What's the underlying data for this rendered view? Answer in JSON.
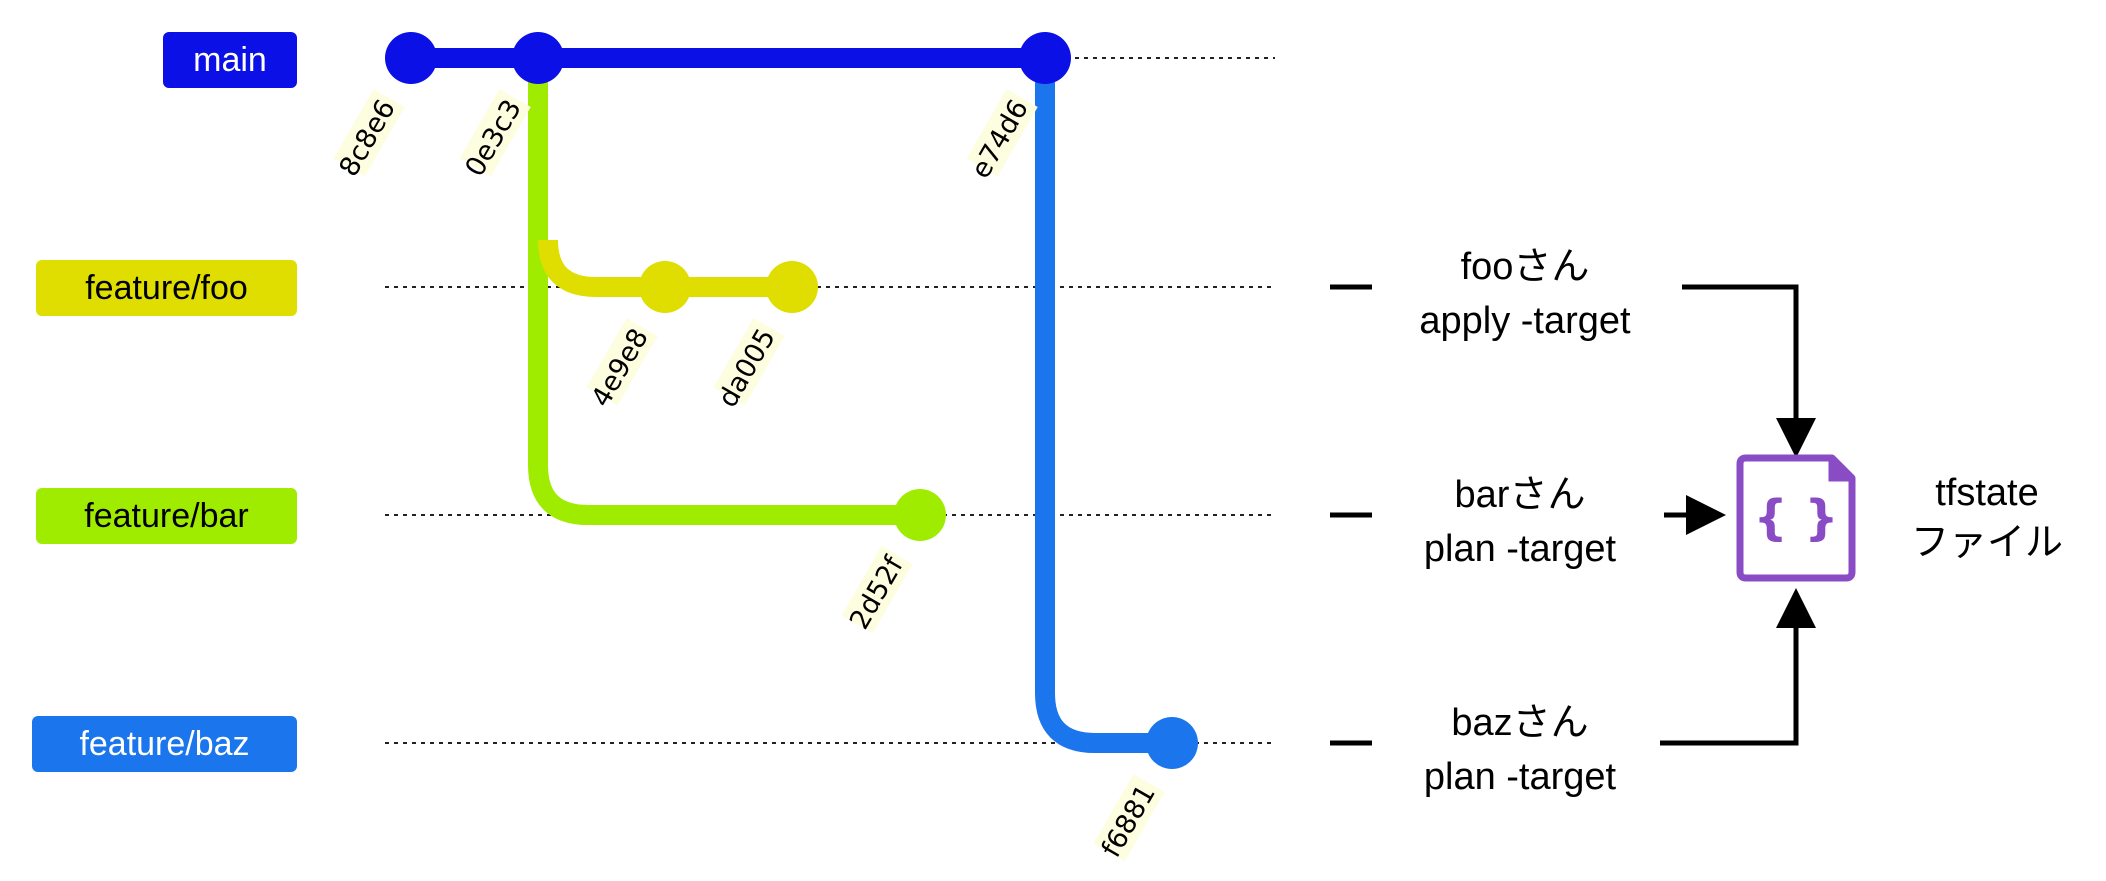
{
  "branches": [
    {
      "id": "main",
      "label": "main",
      "color": "#0b10e6",
      "text_color": "#ffffff"
    },
    {
      "id": "foo",
      "label": "feature/foo",
      "color": "#e0dd00",
      "text_color": "#000000"
    },
    {
      "id": "bar",
      "label": "feature/bar",
      "color": "#a0ec00",
      "text_color": "#000000"
    },
    {
      "id": "baz",
      "label": "feature/baz",
      "color": "#1b76ee",
      "text_color": "#ffffff"
    }
  ],
  "commits": {
    "c8c8e6": "8c8e6",
    "c0e3c3": "0e3c3",
    "ce74d6": "e74d6",
    "c4e9e8": "4e9e8",
    "cda005": "da005",
    "c2d52f": "2d52f",
    "cf6881": "f6881"
  },
  "actors": [
    {
      "id": "foo",
      "name": "fooさん",
      "command": "apply -target"
    },
    {
      "id": "bar",
      "name": "barさん",
      "command": "plan -target"
    },
    {
      "id": "baz",
      "name": "bazさん",
      "command": "plan -target"
    }
  ],
  "tfstate": {
    "line1": "tfstate",
    "line2": "ファイル",
    "icon": "json-file-icon",
    "icon_glyph": "{ }",
    "icon_color": "#8a4cc4"
  }
}
